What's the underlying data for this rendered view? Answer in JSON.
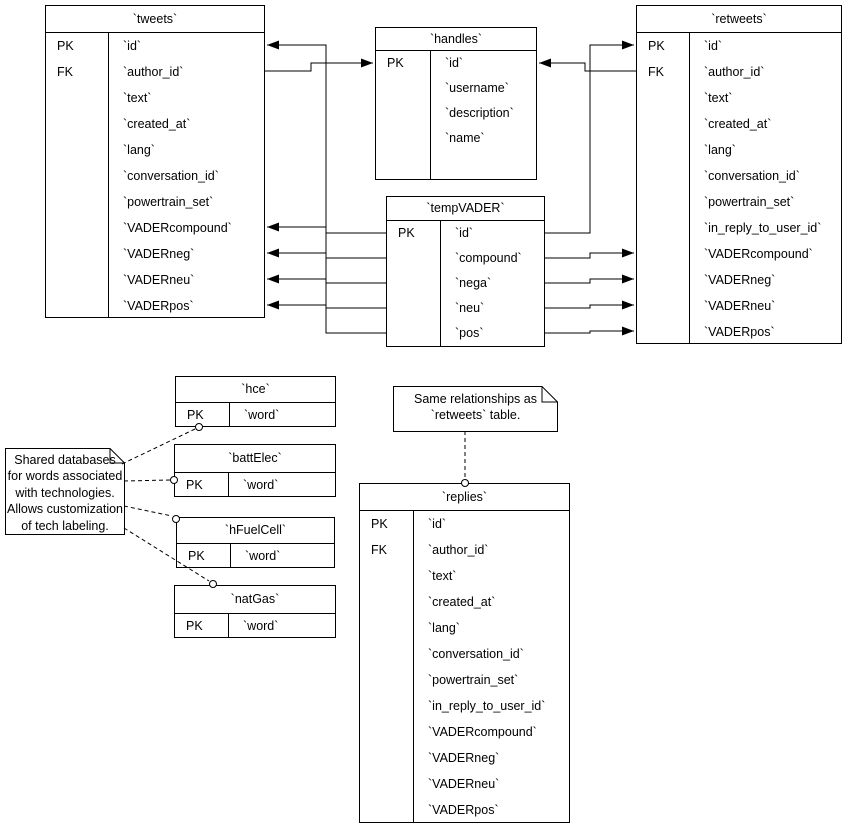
{
  "diagram": {
    "background_color": "#ffffff",
    "line_color": "#000000",
    "text_color": "#000000",
    "tables": [
      {
        "id": "tweets",
        "name": "`tweets`",
        "fields": [
          {
            "key": "PK",
            "label": "`id`"
          },
          {
            "key": "FK",
            "label": "`author_id`"
          },
          {
            "key": "",
            "label": "`text`"
          },
          {
            "key": "",
            "label": "`created_at`"
          },
          {
            "key": "",
            "label": "`lang`"
          },
          {
            "key": "",
            "label": "`conversation_id`"
          },
          {
            "key": "",
            "label": "`powertrain_set`"
          },
          {
            "key": "",
            "label": "`VADERcompound`"
          },
          {
            "key": "",
            "label": "`VADERneg`"
          },
          {
            "key": "",
            "label": "`VADERneu`"
          },
          {
            "key": "",
            "label": "`VADERpos`"
          }
        ]
      },
      {
        "id": "handles",
        "name": "`handles`",
        "fields": [
          {
            "key": "PK",
            "label": "`id`"
          },
          {
            "key": "",
            "label": "`username`"
          },
          {
            "key": "",
            "label": "`description`"
          },
          {
            "key": "",
            "label": "`name`"
          }
        ]
      },
      {
        "id": "retweets",
        "name": "`retweets`",
        "fields": [
          {
            "key": "PK",
            "label": "`id`"
          },
          {
            "key": "FK",
            "label": "`author_id`"
          },
          {
            "key": "",
            "label": "`text`"
          },
          {
            "key": "",
            "label": "`created_at`"
          },
          {
            "key": "",
            "label": "`lang`"
          },
          {
            "key": "",
            "label": "`conversation_id`"
          },
          {
            "key": "",
            "label": "`powertrain_set`"
          },
          {
            "key": "",
            "label": "`in_reply_to_user_id`"
          },
          {
            "key": "",
            "label": "`VADERcompound`"
          },
          {
            "key": "",
            "label": "`VADERneg`"
          },
          {
            "key": "",
            "label": "`VADERneu`"
          },
          {
            "key": "",
            "label": "`VADERpos`"
          }
        ]
      },
      {
        "id": "tempVADER",
        "name": "`tempVADER`",
        "fields": [
          {
            "key": "PK",
            "label": "`id`"
          },
          {
            "key": "",
            "label": "`compound`"
          },
          {
            "key": "",
            "label": "`nega`"
          },
          {
            "key": "",
            "label": "`neu`"
          },
          {
            "key": "",
            "label": "`pos`"
          }
        ]
      },
      {
        "id": "hce",
        "name": "`hce`",
        "fields": [
          {
            "key": "PK",
            "label": "`word`"
          }
        ]
      },
      {
        "id": "battElec",
        "name": "`battElec`",
        "fields": [
          {
            "key": "PK",
            "label": "`word`"
          }
        ]
      },
      {
        "id": "hFuelCell",
        "name": "`hFuelCell`",
        "fields": [
          {
            "key": "PK",
            "label": "`word`"
          }
        ]
      },
      {
        "id": "natGas",
        "name": "`natGas`",
        "fields": [
          {
            "key": "PK",
            "label": "`word`"
          }
        ]
      },
      {
        "id": "replies",
        "name": "`replies`",
        "fields": [
          {
            "key": "PK",
            "label": "`id`"
          },
          {
            "key": "FK",
            "label": "`author_id`"
          },
          {
            "key": "",
            "label": "`text`"
          },
          {
            "key": "",
            "label": "`created_at`"
          },
          {
            "key": "",
            "label": "`lang`"
          },
          {
            "key": "",
            "label": "`conversation_id`"
          },
          {
            "key": "",
            "label": "`powertrain_set`"
          },
          {
            "key": "",
            "label": "`in_reply_to_user_id`"
          },
          {
            "key": "",
            "label": "`VADERcompound`"
          },
          {
            "key": "",
            "label": "`VADERneg`"
          },
          {
            "key": "",
            "label": "`VADERneu`"
          },
          {
            "key": "",
            "label": "`VADERpos`"
          }
        ]
      }
    ],
    "notes": [
      {
        "id": "shared-databases",
        "text": "Shared databases\nfor words associated\nwith technologies.\nAllows customization\nof tech labeling."
      },
      {
        "id": "same-relationships",
        "text": "Same relationships as\n`retweets` table."
      }
    ]
  }
}
